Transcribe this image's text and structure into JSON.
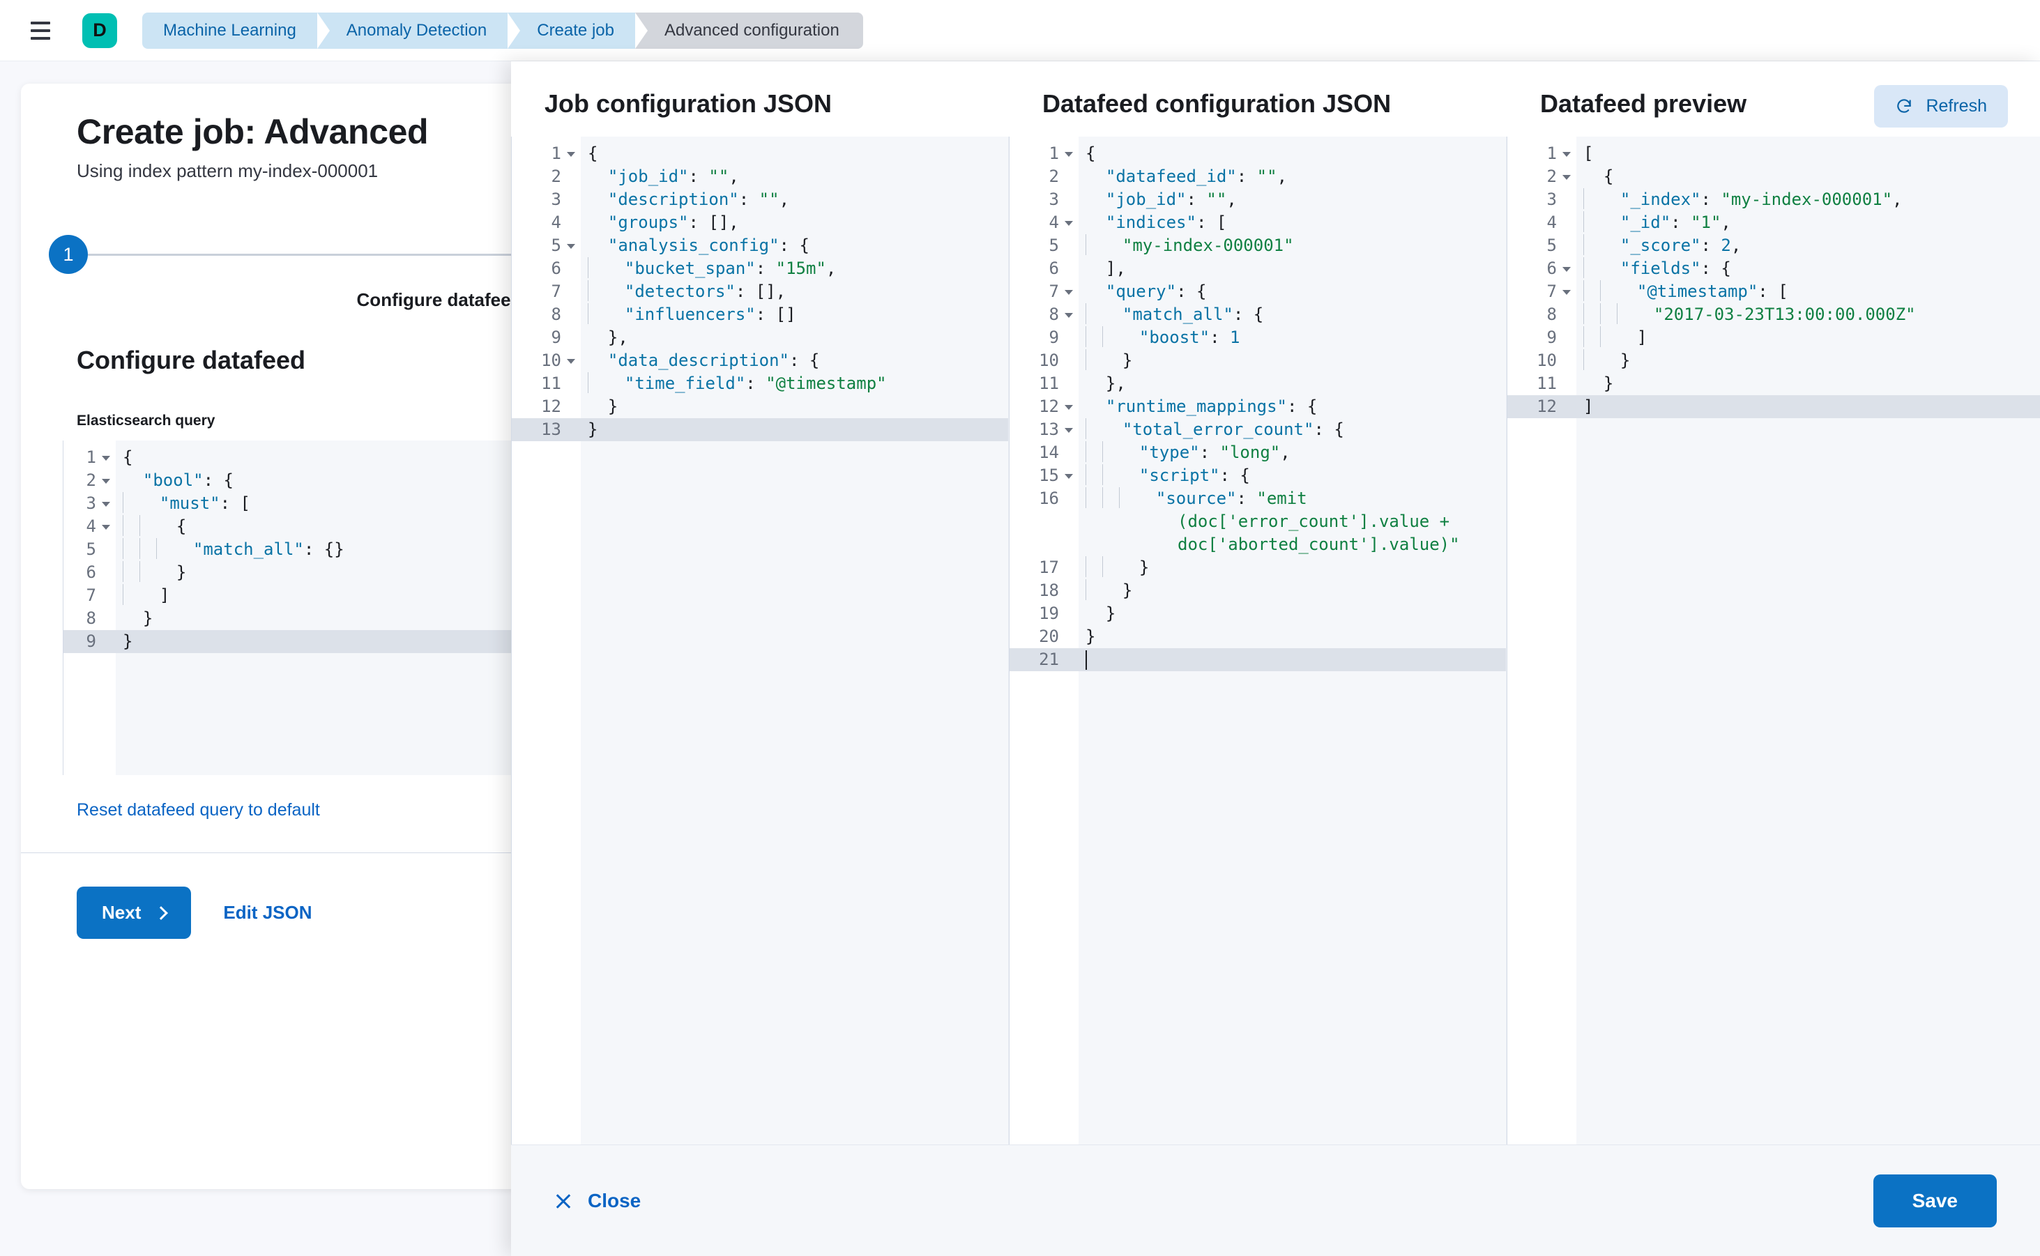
{
  "header": {
    "menu_icon": "hamburger-icon",
    "logo_letter": "D",
    "logo_color": "#00BFB3",
    "breadcrumbs": [
      {
        "label": "Machine Learning",
        "current": false
      },
      {
        "label": "Anomaly Detection",
        "current": false
      },
      {
        "label": "Create job",
        "current": false
      },
      {
        "label": "Advanced configuration",
        "current": true
      }
    ]
  },
  "wizard": {
    "title": "Create job: Advanced",
    "subtitle": "Using index pattern my-index-000001",
    "step_number": "1",
    "step_label": "Configure datafeed",
    "section_title": "Configure datafeed",
    "query_label": "Elasticsearch query",
    "reset_link": "Reset datafeed query to default",
    "next_label": "Next",
    "edit_json_label": "Edit JSON",
    "accent_color": "#0B72C4"
  },
  "es_query_editor": {
    "lines": [
      {
        "n": "1",
        "fold": true,
        "hl": false,
        "indent": 0,
        "tokens": [
          {
            "t": "pun",
            "v": "{"
          }
        ]
      },
      {
        "n": "2",
        "fold": true,
        "hl": false,
        "indent": 0,
        "tokens": [
          {
            "t": "pun",
            "v": "  "
          },
          {
            "t": "key",
            "v": "\"bool\""
          },
          {
            "t": "pun",
            "v": ": {"
          }
        ]
      },
      {
        "n": "3",
        "fold": true,
        "hl": false,
        "indent": 1,
        "tokens": [
          {
            "t": "pun",
            "v": "  "
          },
          {
            "t": "key",
            "v": "\"must\""
          },
          {
            "t": "pun",
            "v": ": ["
          }
        ]
      },
      {
        "n": "4",
        "fold": true,
        "hl": false,
        "indent": 2,
        "tokens": [
          {
            "t": "pun",
            "v": "  {"
          }
        ]
      },
      {
        "n": "5",
        "fold": false,
        "hl": false,
        "indent": 3,
        "tokens": [
          {
            "t": "pun",
            "v": "  "
          },
          {
            "t": "key",
            "v": "\"match_all\""
          },
          {
            "t": "pun",
            "v": ": {}"
          }
        ]
      },
      {
        "n": "6",
        "fold": false,
        "hl": false,
        "indent": 2,
        "tokens": [
          {
            "t": "pun",
            "v": "  }"
          }
        ]
      },
      {
        "n": "7",
        "fold": false,
        "hl": false,
        "indent": 1,
        "tokens": [
          {
            "t": "pun",
            "v": "  ]"
          }
        ]
      },
      {
        "n": "8",
        "fold": false,
        "hl": false,
        "indent": 0,
        "tokens": [
          {
            "t": "pun",
            "v": "  }"
          }
        ]
      },
      {
        "n": "9",
        "fold": false,
        "hl": true,
        "indent": 0,
        "tokens": [
          {
            "t": "pun",
            "v": "}"
          }
        ]
      }
    ]
  },
  "flyout": {
    "columns": [
      {
        "title": "Job configuration JSON"
      },
      {
        "title": "Datafeed configuration JSON"
      },
      {
        "title": "Datafeed preview"
      }
    ],
    "refresh_label": "Refresh",
    "close_label": "Close",
    "save_label": "Save"
  },
  "job_config_editor": {
    "lines": [
      {
        "n": "1",
        "fold": true,
        "hl": false,
        "indent": 0,
        "tokens": [
          {
            "t": "pun",
            "v": "{"
          }
        ]
      },
      {
        "n": "2",
        "fold": false,
        "hl": false,
        "indent": 0,
        "tokens": [
          {
            "t": "pun",
            "v": "  "
          },
          {
            "t": "key",
            "v": "\"job_id\""
          },
          {
            "t": "pun",
            "v": ": "
          },
          {
            "t": "str",
            "v": "\"\""
          },
          {
            "t": "pun",
            "v": ","
          }
        ]
      },
      {
        "n": "3",
        "fold": false,
        "hl": false,
        "indent": 0,
        "tokens": [
          {
            "t": "pun",
            "v": "  "
          },
          {
            "t": "key",
            "v": "\"description\""
          },
          {
            "t": "pun",
            "v": ": "
          },
          {
            "t": "str",
            "v": "\"\""
          },
          {
            "t": "pun",
            "v": ","
          }
        ]
      },
      {
        "n": "4",
        "fold": false,
        "hl": false,
        "indent": 0,
        "tokens": [
          {
            "t": "pun",
            "v": "  "
          },
          {
            "t": "key",
            "v": "\"groups\""
          },
          {
            "t": "pun",
            "v": ": [],"
          }
        ]
      },
      {
        "n": "5",
        "fold": true,
        "hl": false,
        "indent": 0,
        "tokens": [
          {
            "t": "pun",
            "v": "  "
          },
          {
            "t": "key",
            "v": "\"analysis_config\""
          },
          {
            "t": "pun",
            "v": ": {"
          }
        ]
      },
      {
        "n": "6",
        "fold": false,
        "hl": false,
        "indent": 1,
        "tokens": [
          {
            "t": "pun",
            "v": "  "
          },
          {
            "t": "key",
            "v": "\"bucket_span\""
          },
          {
            "t": "pun",
            "v": ": "
          },
          {
            "t": "str",
            "v": "\"15m\""
          },
          {
            "t": "pun",
            "v": ","
          }
        ]
      },
      {
        "n": "7",
        "fold": false,
        "hl": false,
        "indent": 1,
        "tokens": [
          {
            "t": "pun",
            "v": "  "
          },
          {
            "t": "key",
            "v": "\"detectors\""
          },
          {
            "t": "pun",
            "v": ": [],"
          }
        ]
      },
      {
        "n": "8",
        "fold": false,
        "hl": false,
        "indent": 1,
        "tokens": [
          {
            "t": "pun",
            "v": "  "
          },
          {
            "t": "key",
            "v": "\"influencers\""
          },
          {
            "t": "pun",
            "v": ": []"
          }
        ]
      },
      {
        "n": "9",
        "fold": false,
        "hl": false,
        "indent": 0,
        "tokens": [
          {
            "t": "pun",
            "v": "  },"
          }
        ]
      },
      {
        "n": "10",
        "fold": true,
        "hl": false,
        "indent": 0,
        "tokens": [
          {
            "t": "pun",
            "v": "  "
          },
          {
            "t": "key",
            "v": "\"data_description\""
          },
          {
            "t": "pun",
            "v": ": {"
          }
        ]
      },
      {
        "n": "11",
        "fold": false,
        "hl": false,
        "indent": 1,
        "tokens": [
          {
            "t": "pun",
            "v": "  "
          },
          {
            "t": "key",
            "v": "\"time_field\""
          },
          {
            "t": "pun",
            "v": ": "
          },
          {
            "t": "str",
            "v": "\"@timestamp\""
          }
        ]
      },
      {
        "n": "12",
        "fold": false,
        "hl": false,
        "indent": 0,
        "tokens": [
          {
            "t": "pun",
            "v": "  }"
          }
        ]
      },
      {
        "n": "13",
        "fold": false,
        "hl": true,
        "indent": 0,
        "tokens": [
          {
            "t": "pun",
            "v": "}"
          }
        ]
      }
    ]
  },
  "datafeed_config_editor": {
    "lines": [
      {
        "n": "1",
        "fold": true,
        "hl": false,
        "indent": 0,
        "tokens": [
          {
            "t": "pun",
            "v": "{"
          }
        ]
      },
      {
        "n": "2",
        "fold": false,
        "hl": false,
        "indent": 0,
        "tokens": [
          {
            "t": "pun",
            "v": "  "
          },
          {
            "t": "key",
            "v": "\"datafeed_id\""
          },
          {
            "t": "pun",
            "v": ": "
          },
          {
            "t": "str",
            "v": "\"\""
          },
          {
            "t": "pun",
            "v": ","
          }
        ]
      },
      {
        "n": "3",
        "fold": false,
        "hl": false,
        "indent": 0,
        "tokens": [
          {
            "t": "pun",
            "v": "  "
          },
          {
            "t": "key",
            "v": "\"job_id\""
          },
          {
            "t": "pun",
            "v": ": "
          },
          {
            "t": "str",
            "v": "\"\""
          },
          {
            "t": "pun",
            "v": ","
          }
        ]
      },
      {
        "n": "4",
        "fold": true,
        "hl": false,
        "indent": 0,
        "tokens": [
          {
            "t": "pun",
            "v": "  "
          },
          {
            "t": "key",
            "v": "\"indices\""
          },
          {
            "t": "pun",
            "v": ": ["
          }
        ]
      },
      {
        "n": "5",
        "fold": false,
        "hl": false,
        "indent": 1,
        "tokens": [
          {
            "t": "pun",
            "v": "  "
          },
          {
            "t": "str",
            "v": "\"my-index-000001\""
          }
        ]
      },
      {
        "n": "6",
        "fold": false,
        "hl": false,
        "indent": 0,
        "tokens": [
          {
            "t": "pun",
            "v": "  ],"
          }
        ]
      },
      {
        "n": "7",
        "fold": true,
        "hl": false,
        "indent": 0,
        "tokens": [
          {
            "t": "pun",
            "v": "  "
          },
          {
            "t": "key",
            "v": "\"query\""
          },
          {
            "t": "pun",
            "v": ": {"
          }
        ]
      },
      {
        "n": "8",
        "fold": true,
        "hl": false,
        "indent": 1,
        "tokens": [
          {
            "t": "pun",
            "v": "  "
          },
          {
            "t": "key",
            "v": "\"match_all\""
          },
          {
            "t": "pun",
            "v": ": {"
          }
        ]
      },
      {
        "n": "9",
        "fold": false,
        "hl": false,
        "indent": 2,
        "tokens": [
          {
            "t": "pun",
            "v": "  "
          },
          {
            "t": "key",
            "v": "\"boost\""
          },
          {
            "t": "pun",
            "v": ": "
          },
          {
            "t": "num",
            "v": "1"
          }
        ]
      },
      {
        "n": "10",
        "fold": false,
        "hl": false,
        "indent": 1,
        "tokens": [
          {
            "t": "pun",
            "v": "  }"
          }
        ]
      },
      {
        "n": "11",
        "fold": false,
        "hl": false,
        "indent": 0,
        "tokens": [
          {
            "t": "pun",
            "v": "  },"
          }
        ]
      },
      {
        "n": "12",
        "fold": true,
        "hl": false,
        "indent": 0,
        "tokens": [
          {
            "t": "pun",
            "v": "  "
          },
          {
            "t": "key",
            "v": "\"runtime_mappings\""
          },
          {
            "t": "pun",
            "v": ": {"
          }
        ]
      },
      {
        "n": "13",
        "fold": true,
        "hl": false,
        "indent": 1,
        "tokens": [
          {
            "t": "pun",
            "v": "  "
          },
          {
            "t": "key",
            "v": "\"total_error_count\""
          },
          {
            "t": "pun",
            "v": ": {"
          }
        ]
      },
      {
        "n": "14",
        "fold": false,
        "hl": false,
        "indent": 2,
        "tokens": [
          {
            "t": "pun",
            "v": "  "
          },
          {
            "t": "key",
            "v": "\"type\""
          },
          {
            "t": "pun",
            "v": ": "
          },
          {
            "t": "str",
            "v": "\"long\""
          },
          {
            "t": "pun",
            "v": ","
          }
        ]
      },
      {
        "n": "15",
        "fold": true,
        "hl": false,
        "indent": 2,
        "tokens": [
          {
            "t": "pun",
            "v": "  "
          },
          {
            "t": "key",
            "v": "\"script\""
          },
          {
            "t": "pun",
            "v": ": {"
          }
        ]
      },
      {
        "n": "16",
        "fold": false,
        "hl": false,
        "indent": 3,
        "wrap": true,
        "tokens": [
          {
            "t": "pun",
            "v": "  "
          },
          {
            "t": "key",
            "v": "\"source\""
          },
          {
            "t": "pun",
            "v": ": "
          },
          {
            "t": "str",
            "v": "\"emit"
          },
          {
            "t": "wrapbreak",
            "v": ""
          },
          {
            "t": "str",
            "v": "(doc['error_count'].value +"
          },
          {
            "t": "wrapbreak",
            "v": ""
          },
          {
            "t": "str",
            "v": "doc['aborted_count'].value)\""
          }
        ]
      },
      {
        "n": "17",
        "fold": false,
        "hl": false,
        "indent": 2,
        "tokens": [
          {
            "t": "pun",
            "v": "  }"
          }
        ]
      },
      {
        "n": "18",
        "fold": false,
        "hl": false,
        "indent": 1,
        "tokens": [
          {
            "t": "pun",
            "v": "  }"
          }
        ]
      },
      {
        "n": "19",
        "fold": false,
        "hl": false,
        "indent": 0,
        "tokens": [
          {
            "t": "pun",
            "v": "  }"
          }
        ]
      },
      {
        "n": "20",
        "fold": false,
        "hl": false,
        "indent": 0,
        "tokens": [
          {
            "t": "pun",
            "v": "}"
          }
        ]
      },
      {
        "n": "21",
        "fold": false,
        "hl": true,
        "indent": 0,
        "caret": true,
        "tokens": []
      }
    ]
  },
  "datafeed_preview_editor": {
    "lines": [
      {
        "n": "1",
        "fold": true,
        "hl": false,
        "indent": 0,
        "tokens": [
          {
            "t": "pun",
            "v": "["
          }
        ]
      },
      {
        "n": "2",
        "fold": true,
        "hl": false,
        "indent": 0,
        "tokens": [
          {
            "t": "pun",
            "v": "  {"
          }
        ]
      },
      {
        "n": "3",
        "fold": false,
        "hl": false,
        "indent": 1,
        "tokens": [
          {
            "t": "pun",
            "v": "  "
          },
          {
            "t": "key",
            "v": "\"_index\""
          },
          {
            "t": "pun",
            "v": ": "
          },
          {
            "t": "str",
            "v": "\"my-index-000001\""
          },
          {
            "t": "pun",
            "v": ","
          }
        ]
      },
      {
        "n": "4",
        "fold": false,
        "hl": false,
        "indent": 1,
        "tokens": [
          {
            "t": "pun",
            "v": "  "
          },
          {
            "t": "key",
            "v": "\"_id\""
          },
          {
            "t": "pun",
            "v": ": "
          },
          {
            "t": "str",
            "v": "\"1\""
          },
          {
            "t": "pun",
            "v": ","
          }
        ]
      },
      {
        "n": "5",
        "fold": false,
        "hl": false,
        "indent": 1,
        "tokens": [
          {
            "t": "pun",
            "v": "  "
          },
          {
            "t": "key",
            "v": "\"_score\""
          },
          {
            "t": "pun",
            "v": ": "
          },
          {
            "t": "num",
            "v": "2"
          },
          {
            "t": "pun",
            "v": ","
          }
        ]
      },
      {
        "n": "6",
        "fold": true,
        "hl": false,
        "indent": 1,
        "tokens": [
          {
            "t": "pun",
            "v": "  "
          },
          {
            "t": "key",
            "v": "\"fields\""
          },
          {
            "t": "pun",
            "v": ": {"
          }
        ]
      },
      {
        "n": "7",
        "fold": true,
        "hl": false,
        "indent": 2,
        "tokens": [
          {
            "t": "pun",
            "v": "  "
          },
          {
            "t": "key",
            "v": "\"@timestamp\""
          },
          {
            "t": "pun",
            "v": ": ["
          }
        ]
      },
      {
        "n": "8",
        "fold": false,
        "hl": false,
        "indent": 3,
        "tokens": [
          {
            "t": "pun",
            "v": "  "
          },
          {
            "t": "str",
            "v": "\"2017-03-23T13:00:00.000Z\""
          }
        ]
      },
      {
        "n": "9",
        "fold": false,
        "hl": false,
        "indent": 2,
        "tokens": [
          {
            "t": "pun",
            "v": "  ]"
          }
        ]
      },
      {
        "n": "10",
        "fold": false,
        "hl": false,
        "indent": 1,
        "tokens": [
          {
            "t": "pun",
            "v": "  }"
          }
        ]
      },
      {
        "n": "11",
        "fold": false,
        "hl": false,
        "indent": 0,
        "tokens": [
          {
            "t": "pun",
            "v": "  }"
          }
        ]
      },
      {
        "n": "12",
        "fold": false,
        "hl": true,
        "indent": 0,
        "tokens": [
          {
            "t": "pun",
            "v": "]"
          }
        ]
      }
    ]
  }
}
